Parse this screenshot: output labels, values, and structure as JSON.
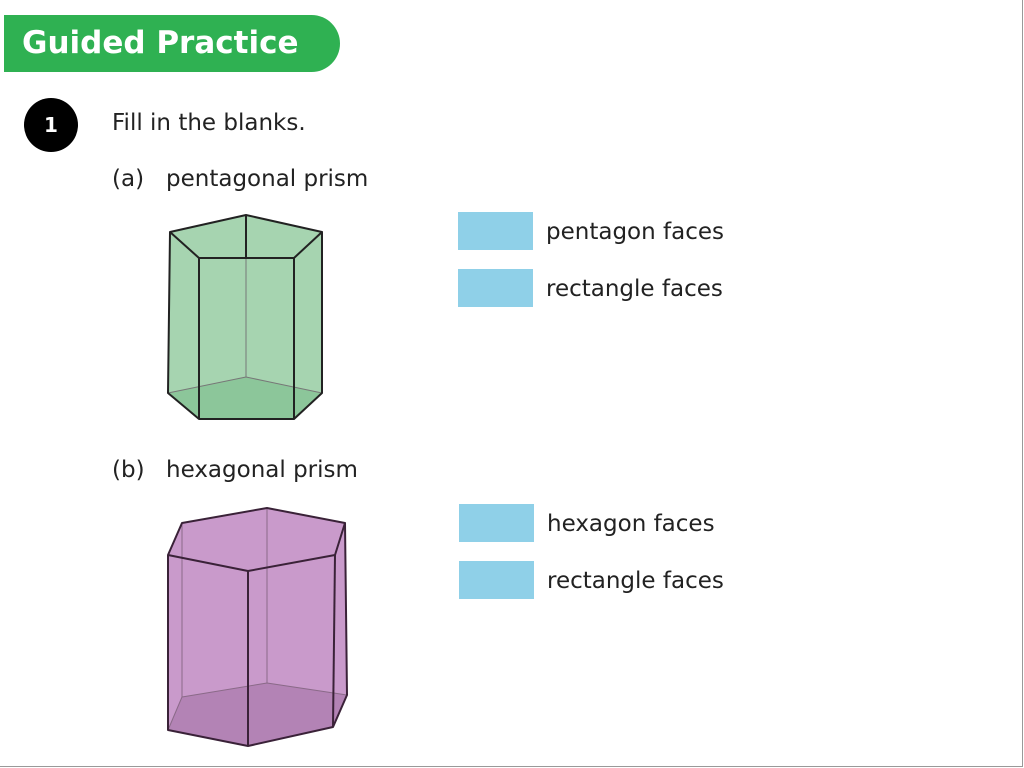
{
  "header": {
    "title": "Guided Practice"
  },
  "question": {
    "number": "1",
    "instruction": "Fill in the blanks."
  },
  "parts": [
    {
      "label": "(a)",
      "name": "pentagonal prism",
      "rows": [
        {
          "answer": "",
          "text": "pentagon faces"
        },
        {
          "answer": "",
          "text": "rectangle faces"
        }
      ]
    },
    {
      "label": "(b)",
      "name": "hexagonal prism",
      "rows": [
        {
          "answer": "",
          "text": "hexagon faces"
        },
        {
          "answer": "",
          "text": "rectangle faces"
        }
      ]
    }
  ],
  "colors": {
    "banner": "#2fb152",
    "blank": "#8fd0e8",
    "pentagonal": "#a6d4b0",
    "hexagonal": "#c99acb"
  }
}
